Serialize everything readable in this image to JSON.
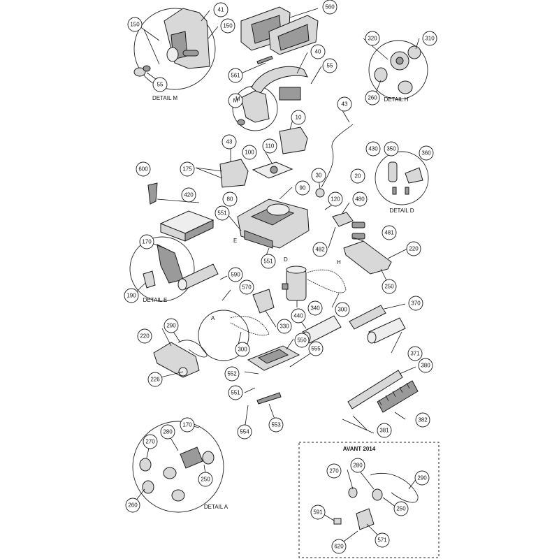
{
  "callouts": [
    "41",
    "150",
    "150",
    "55",
    "560",
    "561",
    "40",
    "55",
    "320",
    "310",
    "260",
    "M",
    "43",
    "10",
    "43",
    "110",
    "100",
    "175",
    "600",
    "430",
    "350",
    "360",
    "30",
    "90",
    "20",
    "420",
    "80",
    "120",
    "480",
    "551",
    "481",
    "482",
    "220",
    "170",
    "551",
    "250",
    "590",
    "570",
    "190",
    "370",
    "440",
    "340",
    "330",
    "300",
    "220",
    "290",
    "550",
    "555",
    "300",
    "371",
    "380",
    "226",
    "552",
    "551",
    "554",
    "553",
    "381",
    "382",
    "170",
    "280",
    "270",
    "250",
    "260",
    "290",
    "280",
    "270",
    "250",
    "591",
    "620",
    "571"
  ],
  "labels": {
    "detail_m": "DETAIL M",
    "detail_h": "DETAIL H",
    "detail_d": "DETAIL D",
    "detail_e": "DETAIL E",
    "detail_a": "DETAIL A",
    "avant_2014": "AVANT 2014",
    "letter_m": "M",
    "letter_e": "E",
    "letter_d": "D",
    "letter_h": "H",
    "letter_a": "A"
  }
}
